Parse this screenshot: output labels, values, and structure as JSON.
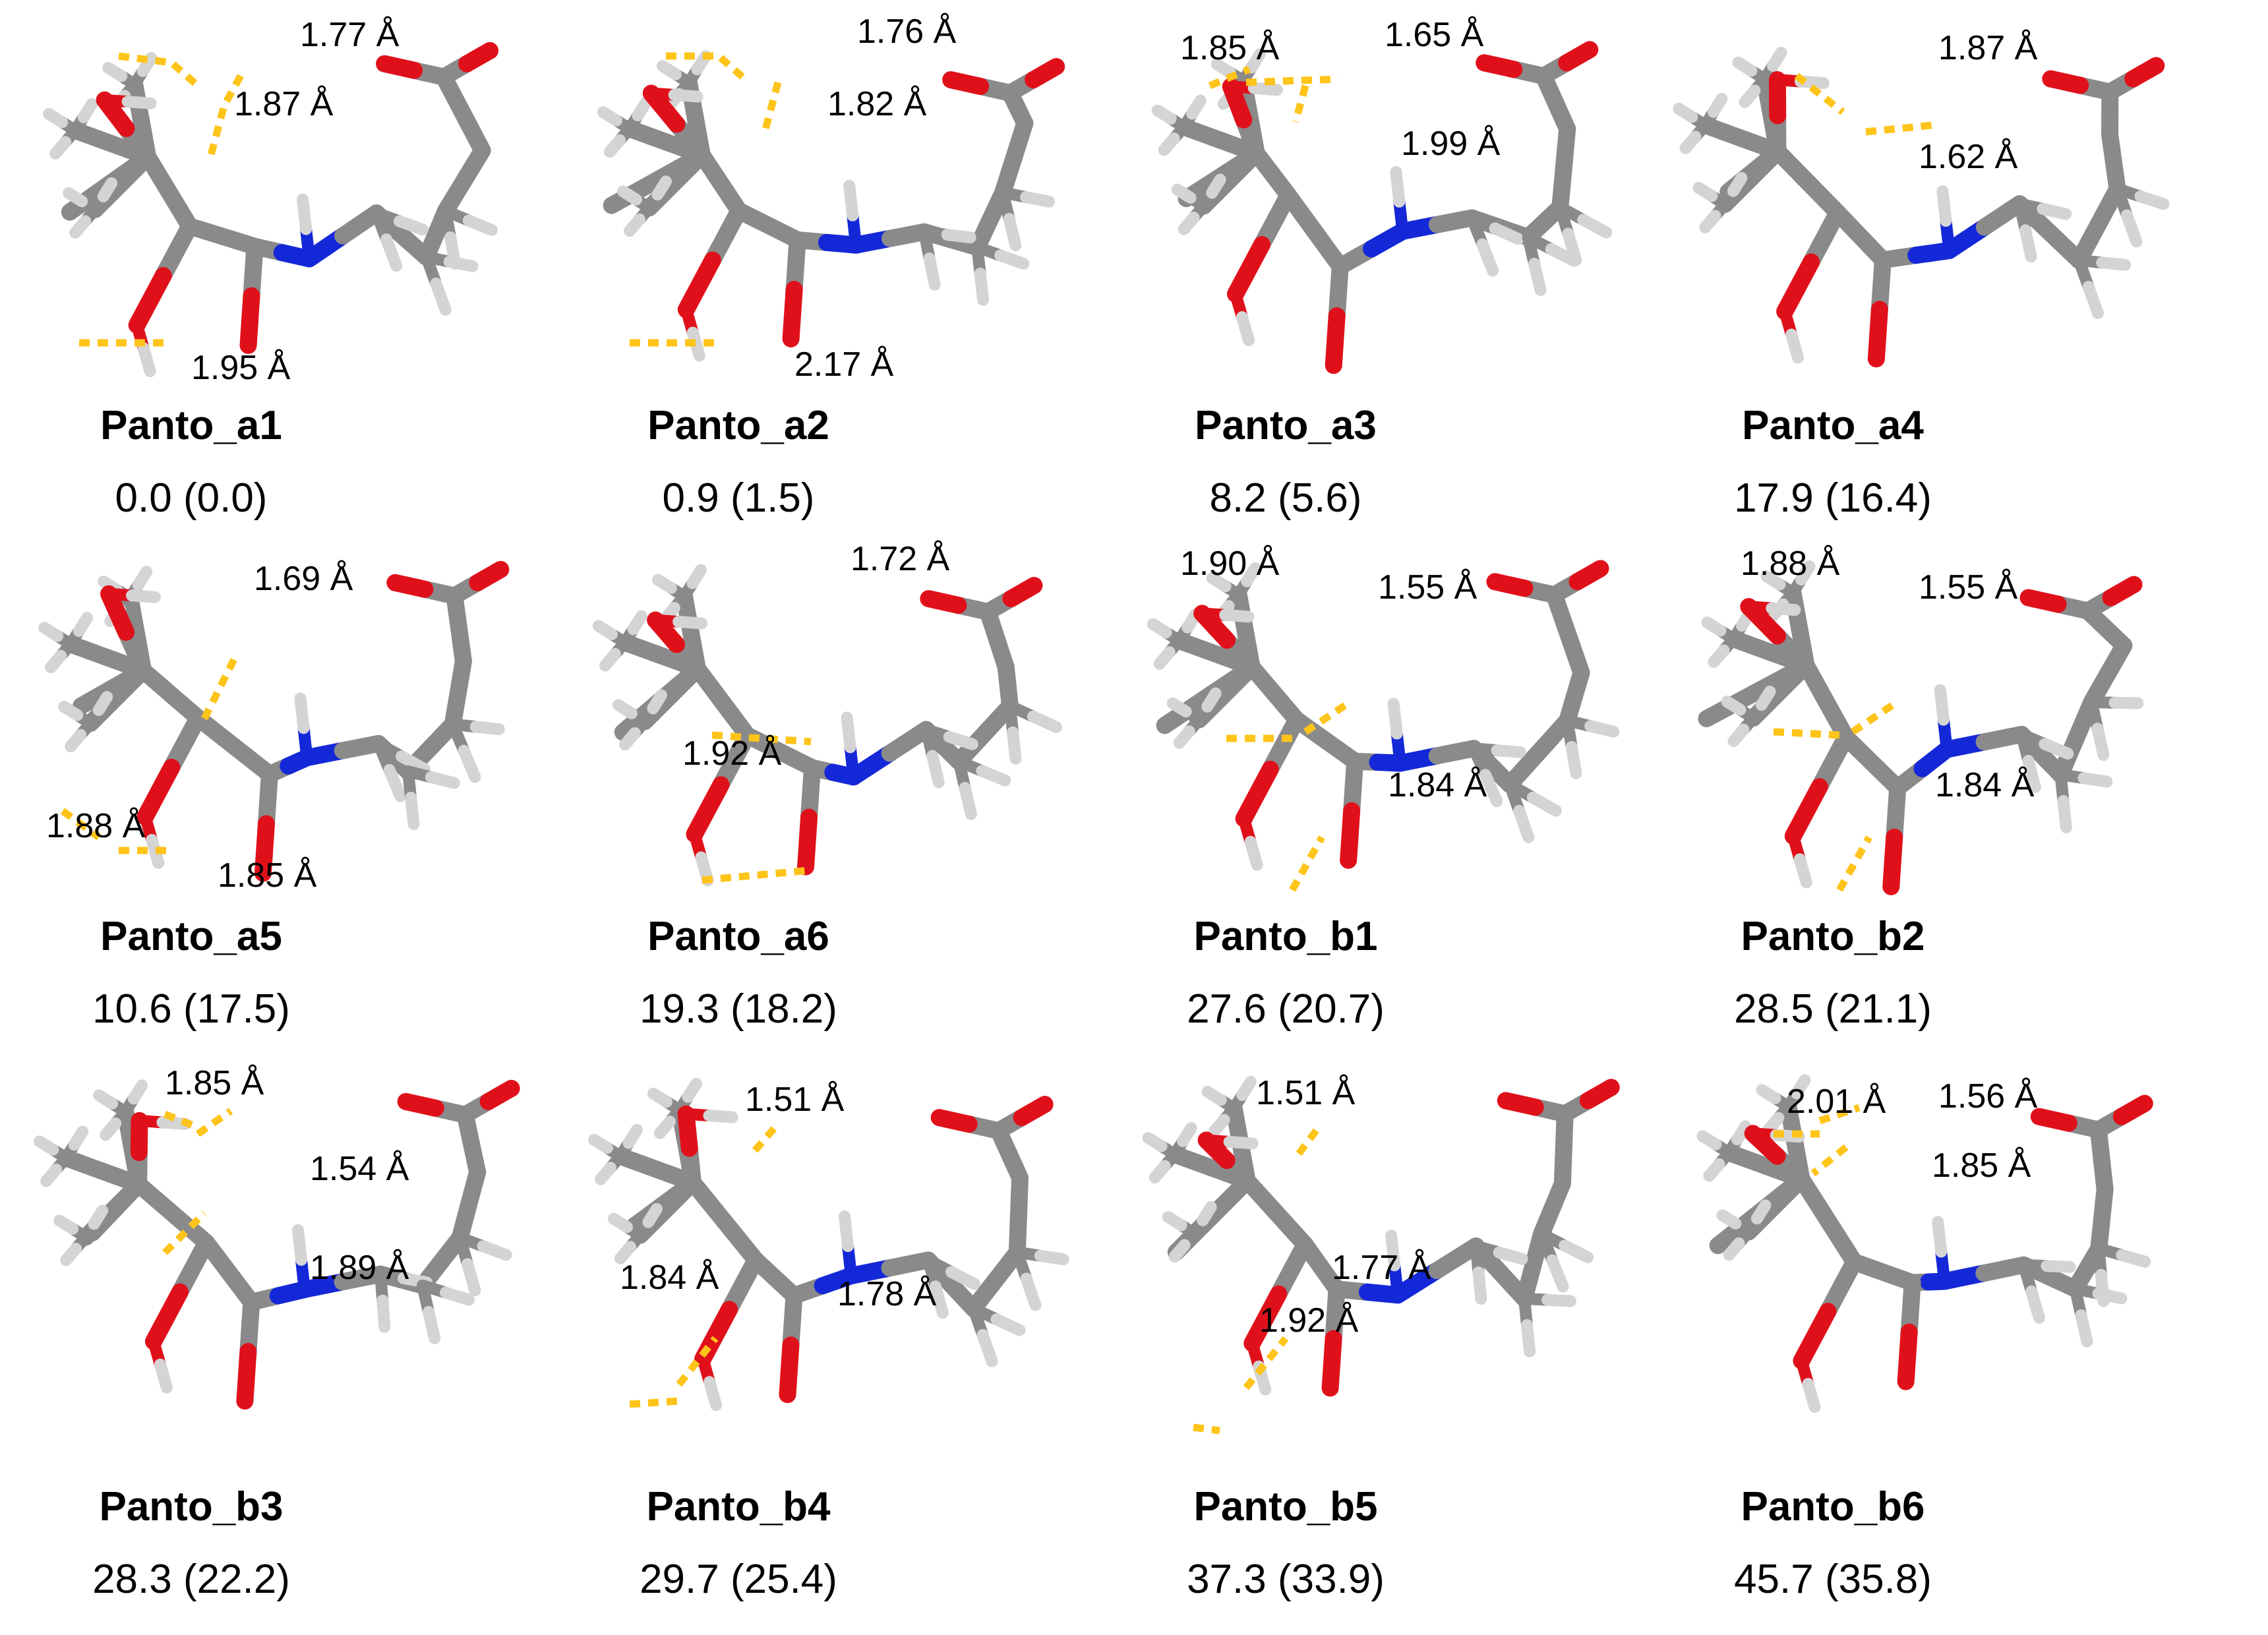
{
  "colors": {
    "carbon": "#8a8a8a",
    "hydrogen": "#d4d4d4",
    "oxygen": "#e0101a",
    "nitrogen": "#1428d8",
    "hbond": "#ffc41a"
  },
  "conformers": [
    {
      "name": "Panto_a1",
      "energy": "0.0 (0.0)",
      "distances": [
        "1.77 Å",
        "1.87 Å",
        "1.95 Å"
      ]
    },
    {
      "name": "Panto_a2",
      "energy": "0.9 (1.5)",
      "distances": [
        "1.76 Å",
        "1.82 Å",
        "2.17 Å"
      ]
    },
    {
      "name": "Panto_a3",
      "energy": "8.2 (5.6)",
      "distances": [
        "1.85 Å",
        "1.65 Å",
        "1.99 Å"
      ]
    },
    {
      "name": "Panto_a4",
      "energy": "17.9 (16.4)",
      "distances": [
        "1.87 Å",
        "1.62 Å"
      ]
    },
    {
      "name": "Panto_a5",
      "energy": "10.6 (17.5)",
      "distances": [
        "1.69 Å",
        "1.88 Å",
        "1.85 Å"
      ]
    },
    {
      "name": "Panto_a6",
      "energy": "19.3 (18.2)",
      "distances": [
        "1.72 Å",
        "1.92 Å"
      ]
    },
    {
      "name": "Panto_b1",
      "energy": "27.6 (20.7)",
      "distances": [
        "1.90 Å",
        "1.55 Å",
        "1.84 Å"
      ]
    },
    {
      "name": "Panto_b2",
      "energy": "28.5 (21.1)",
      "distances": [
        "1.88 Å",
        "1.55 Å",
        "1.84 Å"
      ]
    },
    {
      "name": "Panto_b3",
      "energy": "28.3 (22.2)",
      "distances": [
        "1.85 Å",
        "1.54 Å",
        "1.89 Å"
      ]
    },
    {
      "name": "Panto_b4",
      "energy": "29.7 (25.4)",
      "distances": [
        "1.51 Å",
        "1.84 Å",
        "1.78 Å"
      ]
    },
    {
      "name": "Panto_b5",
      "energy": "37.3 (33.9)",
      "distances": [
        "1.51 Å",
        "1.92 Å",
        "1.77 Å"
      ]
    },
    {
      "name": "Panto_b6",
      "energy": "45.7 (35.8)",
      "distances": [
        "2.01 Å",
        "1.56 Å",
        "1.85 Å"
      ]
    }
  ]
}
